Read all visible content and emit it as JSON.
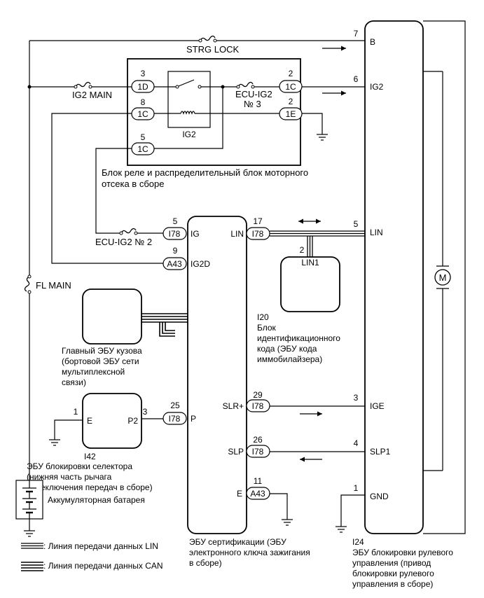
{
  "fuses": {
    "strg_lock": "STRG LOCK",
    "ig2_main": "IG2 MAIN",
    "ecu_ig2_3_a": "ECU-IG2",
    "ecu_ig2_3_b": "№ 3",
    "ecu_ig2_2": "ECU-IG2 № 2",
    "fl_main": "FL MAIN"
  },
  "relay_block": {
    "relay_label": "IG2",
    "caption_line1": "Блок реле и распределительный блок моторного",
    "caption_line2": "отсека в сборе",
    "pins": [
      {
        "num": "3",
        "conn": "1D"
      },
      {
        "num": "8",
        "conn": "1C"
      },
      {
        "num": "5",
        "conn": "1C"
      },
      {
        "num": "2",
        "conn": "1C"
      },
      {
        "num": "2",
        "conn": "1E"
      }
    ]
  },
  "certification_ecu": {
    "pin_ig": {
      "num": "5",
      "conn": "I78",
      "name": "IG"
    },
    "pin_ig2d": {
      "num": "9",
      "conn": "A43",
      "name": "IG2D"
    },
    "pin_lin": {
      "num": "17",
      "conn": "I78",
      "name": "LIN"
    },
    "pin_p": {
      "num": "25",
      "conn": "I78",
      "name": "P"
    },
    "pin_slr": {
      "num": "29",
      "conn": "I78",
      "name": "SLR+"
    },
    "pin_slp": {
      "num": "26",
      "conn": "I78",
      "name": "SLP"
    },
    "pin_e": {
      "num": "11",
      "conn": "A43",
      "name": "E"
    },
    "caption_line1": "ЭБУ сертификации (ЭБУ",
    "caption_line2": "электронного ключа зажигания",
    "caption_line3": "в сборе)"
  },
  "id_code_box": {
    "pin_num": "2",
    "pin_name": "LIN1",
    "code": "I20",
    "caption_line1": "Блок",
    "caption_line2": "идентификационного",
    "caption_line3": "кода (ЭБУ кода",
    "caption_line4": "иммобилайзера)"
  },
  "main_body_ecu": {
    "caption_line1": "Главный ЭБУ кузова",
    "caption_line2": "(бортовой ЭБУ сети",
    "caption_line3": "мультиплексной",
    "caption_line4": "связи)"
  },
  "shift_lock_ecu": {
    "pin_e_num": "1",
    "pin_e_name": "E",
    "pin_p2_num": "3",
    "pin_p2_name": "P2",
    "code": "I42",
    "caption_line1": "ЭБУ блокировки селектора",
    "caption_line2": "(нижняя часть рычага",
    "caption_line3": "переключения передач в сборе)"
  },
  "battery": {
    "label": "Аккумуляторная батарея"
  },
  "steering_lock_ecu": {
    "pin_b": {
      "num": "7",
      "name": "B"
    },
    "pin_ig2": {
      "num": "6",
      "name": "IG2"
    },
    "pin_lin": {
      "num": "5",
      "name": "LIN"
    },
    "pin_ige": {
      "num": "3",
      "name": "IGE"
    },
    "pin_slp1": {
      "num": "4",
      "name": "SLP1"
    },
    "pin_gnd": {
      "num": "1",
      "name": "GND"
    },
    "motor_symbol": "M",
    "code": "I24",
    "caption_line1": "ЭБУ блокировки рулевого",
    "caption_line2": "управления (привод",
    "caption_line3": "блокировки рулевого",
    "caption_line4": "управления в сборе)"
  },
  "legend": {
    "lin_label": ": Линия передачи данных LIN",
    "can_label": ": Линия передачи данных CAN"
  }
}
